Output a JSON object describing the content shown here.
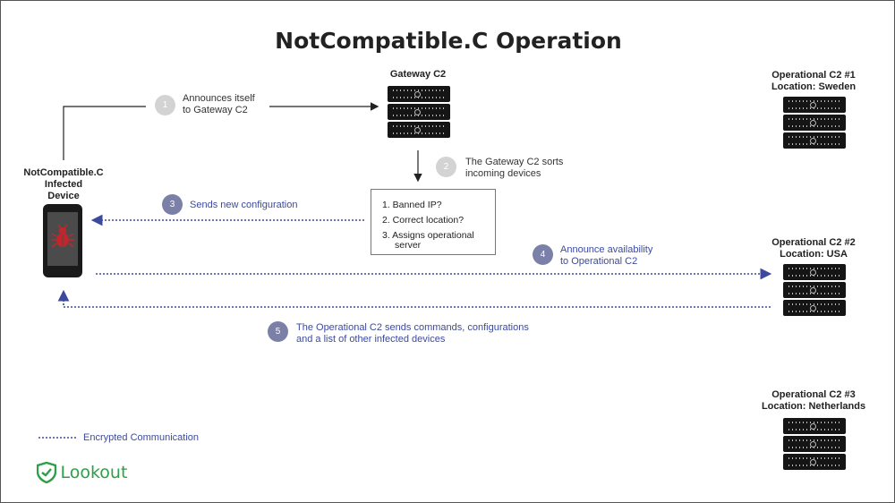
{
  "title": "NotCompatible.C Operation",
  "device": {
    "label_lines": [
      "NotCompatible.C",
      "Infected",
      "Device"
    ]
  },
  "gateway": {
    "label": "Gateway C2"
  },
  "operational": [
    {
      "lines": [
        "Operational C2 #1",
        "Location: Sweden"
      ]
    },
    {
      "lines": [
        "Operational C2 #2",
        "Location: USA"
      ]
    },
    {
      "lines": [
        "Operational C2 #3",
        "Location: Netherlands"
      ]
    }
  ],
  "steps": [
    {
      "num": "1",
      "lines": [
        "Announces itself",
        "to Gateway C2"
      ],
      "style": "gray"
    },
    {
      "num": "2",
      "lines": [
        "The Gateway C2 sorts",
        "incoming devices"
      ],
      "style": "gray"
    },
    {
      "num": "3",
      "lines": [
        "Sends new configuration"
      ],
      "style": "blue"
    },
    {
      "num": "4",
      "lines": [
        "Announce availability",
        "to Operational C2"
      ],
      "style": "blue"
    },
    {
      "num": "5",
      "lines": [
        "The Operational C2 sends commands, configurations",
        "and a list of other infected devices"
      ],
      "style": "blue"
    }
  ],
  "checklist": [
    "1. Banned IP?",
    "2. Correct location?",
    "3.  Assigns operational",
    "server"
  ],
  "legend": {
    "label": "Encrypted Communication"
  },
  "brand": {
    "name": "Lookout",
    "color": "#2f9e47"
  },
  "colors": {
    "encrypted_line": "#3c4a9e",
    "plain_line": "#222222"
  }
}
